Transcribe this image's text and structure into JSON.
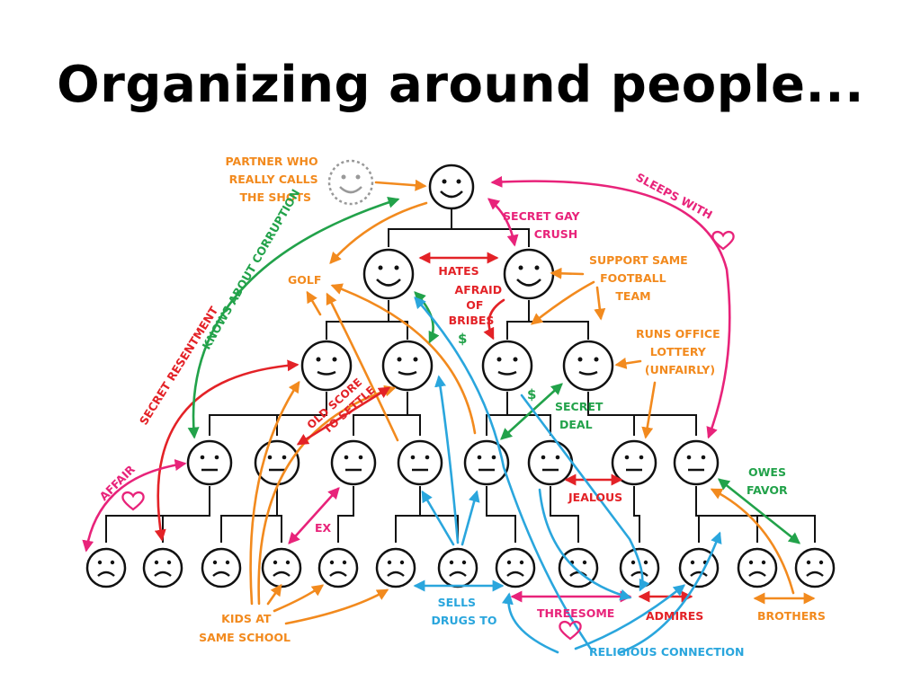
{
  "slide": {
    "title": "Organizing around people..."
  },
  "colors": {
    "orange": "#F28A1E",
    "red": "#E32227",
    "pink": "#E8237A",
    "green": "#22A24A",
    "blue": "#2AA6DD",
    "gray": "#999999",
    "black": "#111111"
  },
  "faces": {
    "happy": "smiling-face-icon",
    "neutral": "neutral-face-icon",
    "sad": "frowning-face-icon"
  },
  "labels": {
    "partner": [
      "PARTNER WHO",
      "REALLY CALLS",
      "THE SHOTS"
    ],
    "secret_gay_crush": [
      "SECRET GAY",
      "CRUSH"
    ],
    "sleeps_with": "SLEEPS WITH",
    "knows_about_corruption": "KNOWS ABOUT CORRUPTION",
    "golf": "GOLF",
    "hates": "HATES",
    "afraid_of_bribes": [
      "AFRAID",
      "OF",
      "BRIBES"
    ],
    "bribes_dollar": "$",
    "support_same_team": [
      "SUPPORT SAME",
      "FOOTBALL",
      "TEAM"
    ],
    "runs_office_lottery": [
      "RUNS OFFICE",
      "LOTTERY",
      "(UNFAIRLY)"
    ],
    "secret_resentment": "SECRET RESENTMENT",
    "old_score": [
      "OLD SCORE",
      "TO SETTLE"
    ],
    "secret_deal": [
      "SECRET",
      "DEAL"
    ],
    "deal_dollar": "$",
    "affair": "AFFAIR",
    "jealous": "JEALOUS",
    "owes_favor": [
      "OWES",
      "FAVOR"
    ],
    "ex": "EX",
    "kids_same_school": [
      "KIDS AT",
      "SAME SCHOOL"
    ],
    "sells_drugs": [
      "SELLS",
      "DRUGS TO"
    ],
    "threesome": "THREESOME",
    "admires": "ADMIRES",
    "brothers": "BROTHERS",
    "religious_connection": "RELIGIOUS CONNECTION"
  }
}
